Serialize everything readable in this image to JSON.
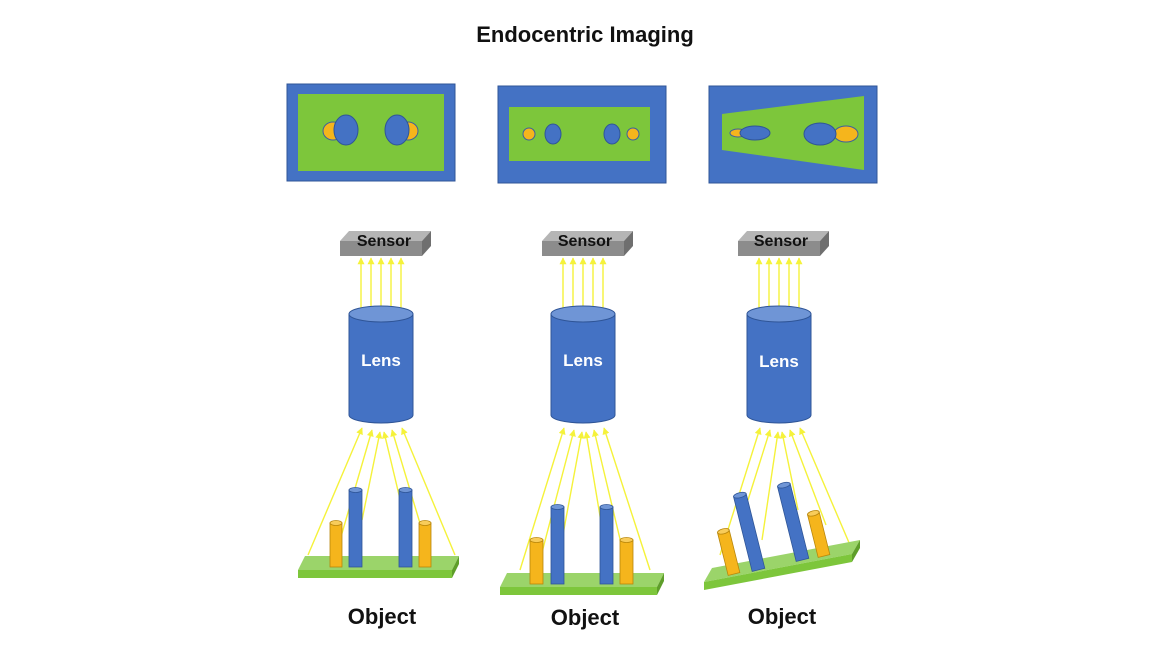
{
  "title": "Endocentric Imaging",
  "colors": {
    "frame_blue": "#4472c4",
    "field_green": "#7dc63b",
    "orange": "#f5b51c",
    "sensor_gray": "#8c8c8c",
    "ray_yellow": "#f5f23a"
  },
  "labels": {
    "sensor": "Sensor",
    "lens": "Lens",
    "object": "Object"
  },
  "setups": [
    {
      "sensor": "Sensor",
      "lens": "Lens",
      "object": "Object",
      "object_state": "flat-near"
    },
    {
      "sensor": "Sensor",
      "lens": "Lens",
      "object": "Object",
      "object_state": "flat-far"
    },
    {
      "sensor": "Sensor",
      "lens": "Lens",
      "object": "Object",
      "object_state": "tilted"
    }
  ]
}
